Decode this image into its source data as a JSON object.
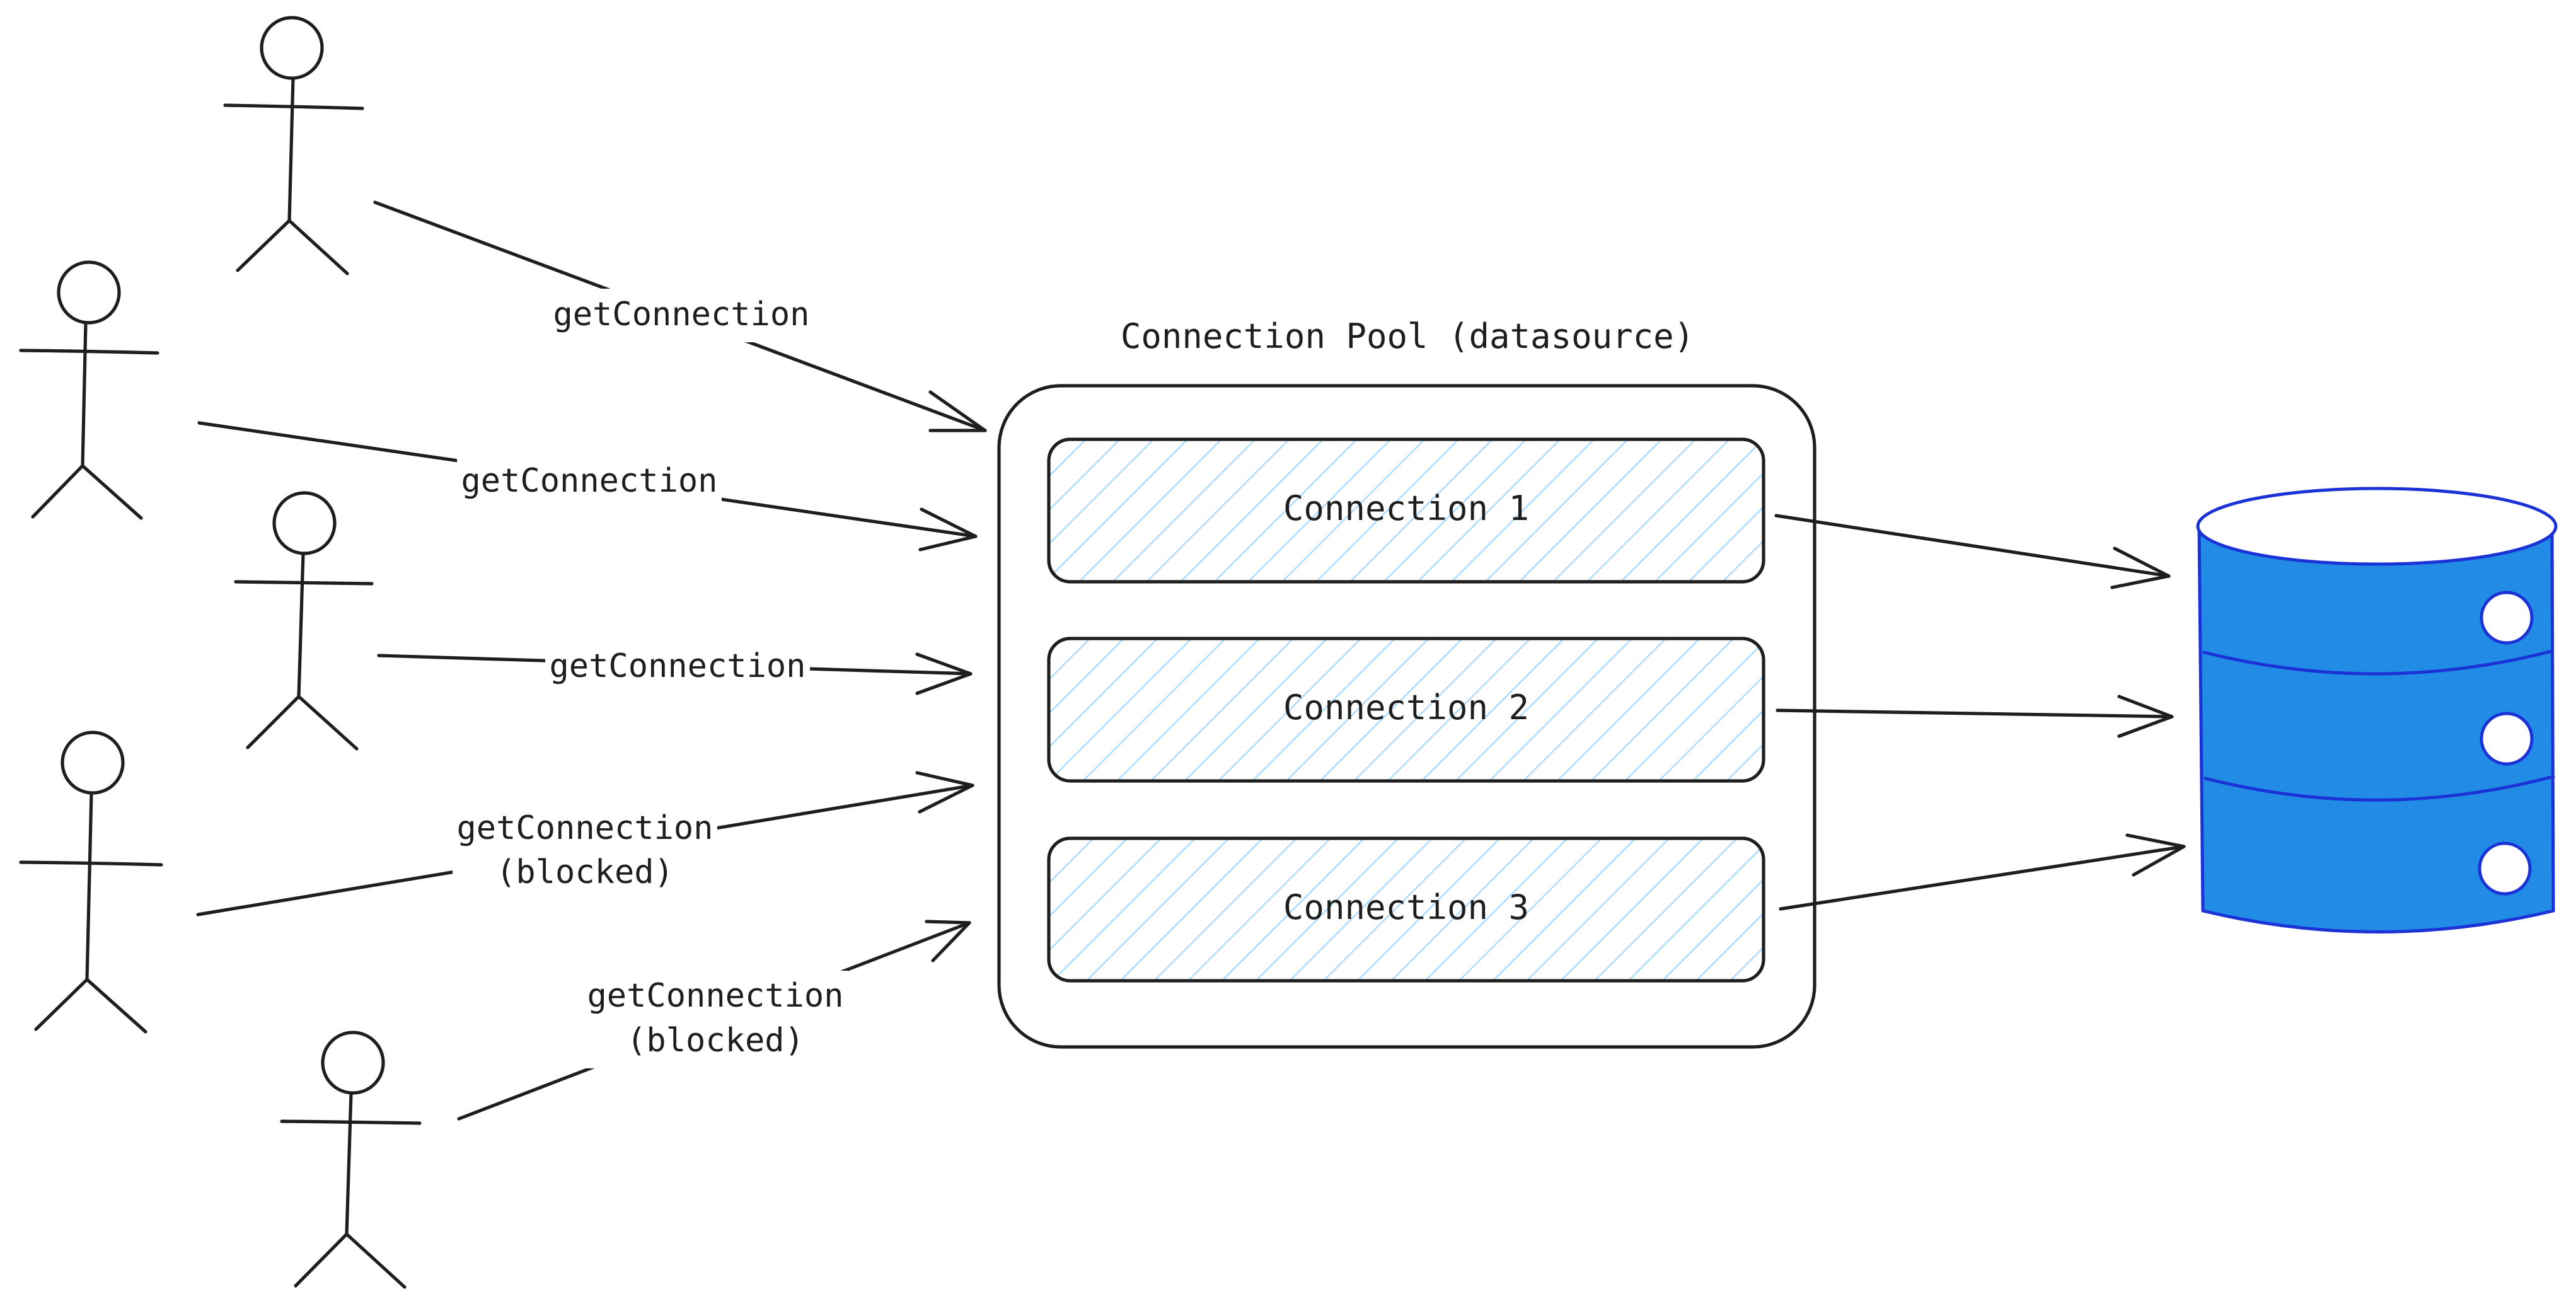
{
  "pool": {
    "title": "Connection Pool (datasource)",
    "connections": [
      {
        "label": "Connection 1"
      },
      {
        "label": "Connection 2"
      },
      {
        "label": "Connection 3"
      }
    ]
  },
  "clients": [
    {
      "request_label": "getConnection",
      "status_label": ""
    },
    {
      "request_label": "getConnection",
      "status_label": ""
    },
    {
      "request_label": "getConnection",
      "status_label": ""
    },
    {
      "request_label": "getConnection",
      "status_label": "(blocked)"
    },
    {
      "request_label": "getConnection",
      "status_label": "(blocked)"
    }
  ],
  "database": {
    "icon": "database-cylinder-icon",
    "color": "#228be6"
  },
  "colors": {
    "ink": "#1e1e1e",
    "connection_hatch": "#a5d8ff",
    "database_fill": "#228be6",
    "database_stroke": "#1a32d6"
  }
}
